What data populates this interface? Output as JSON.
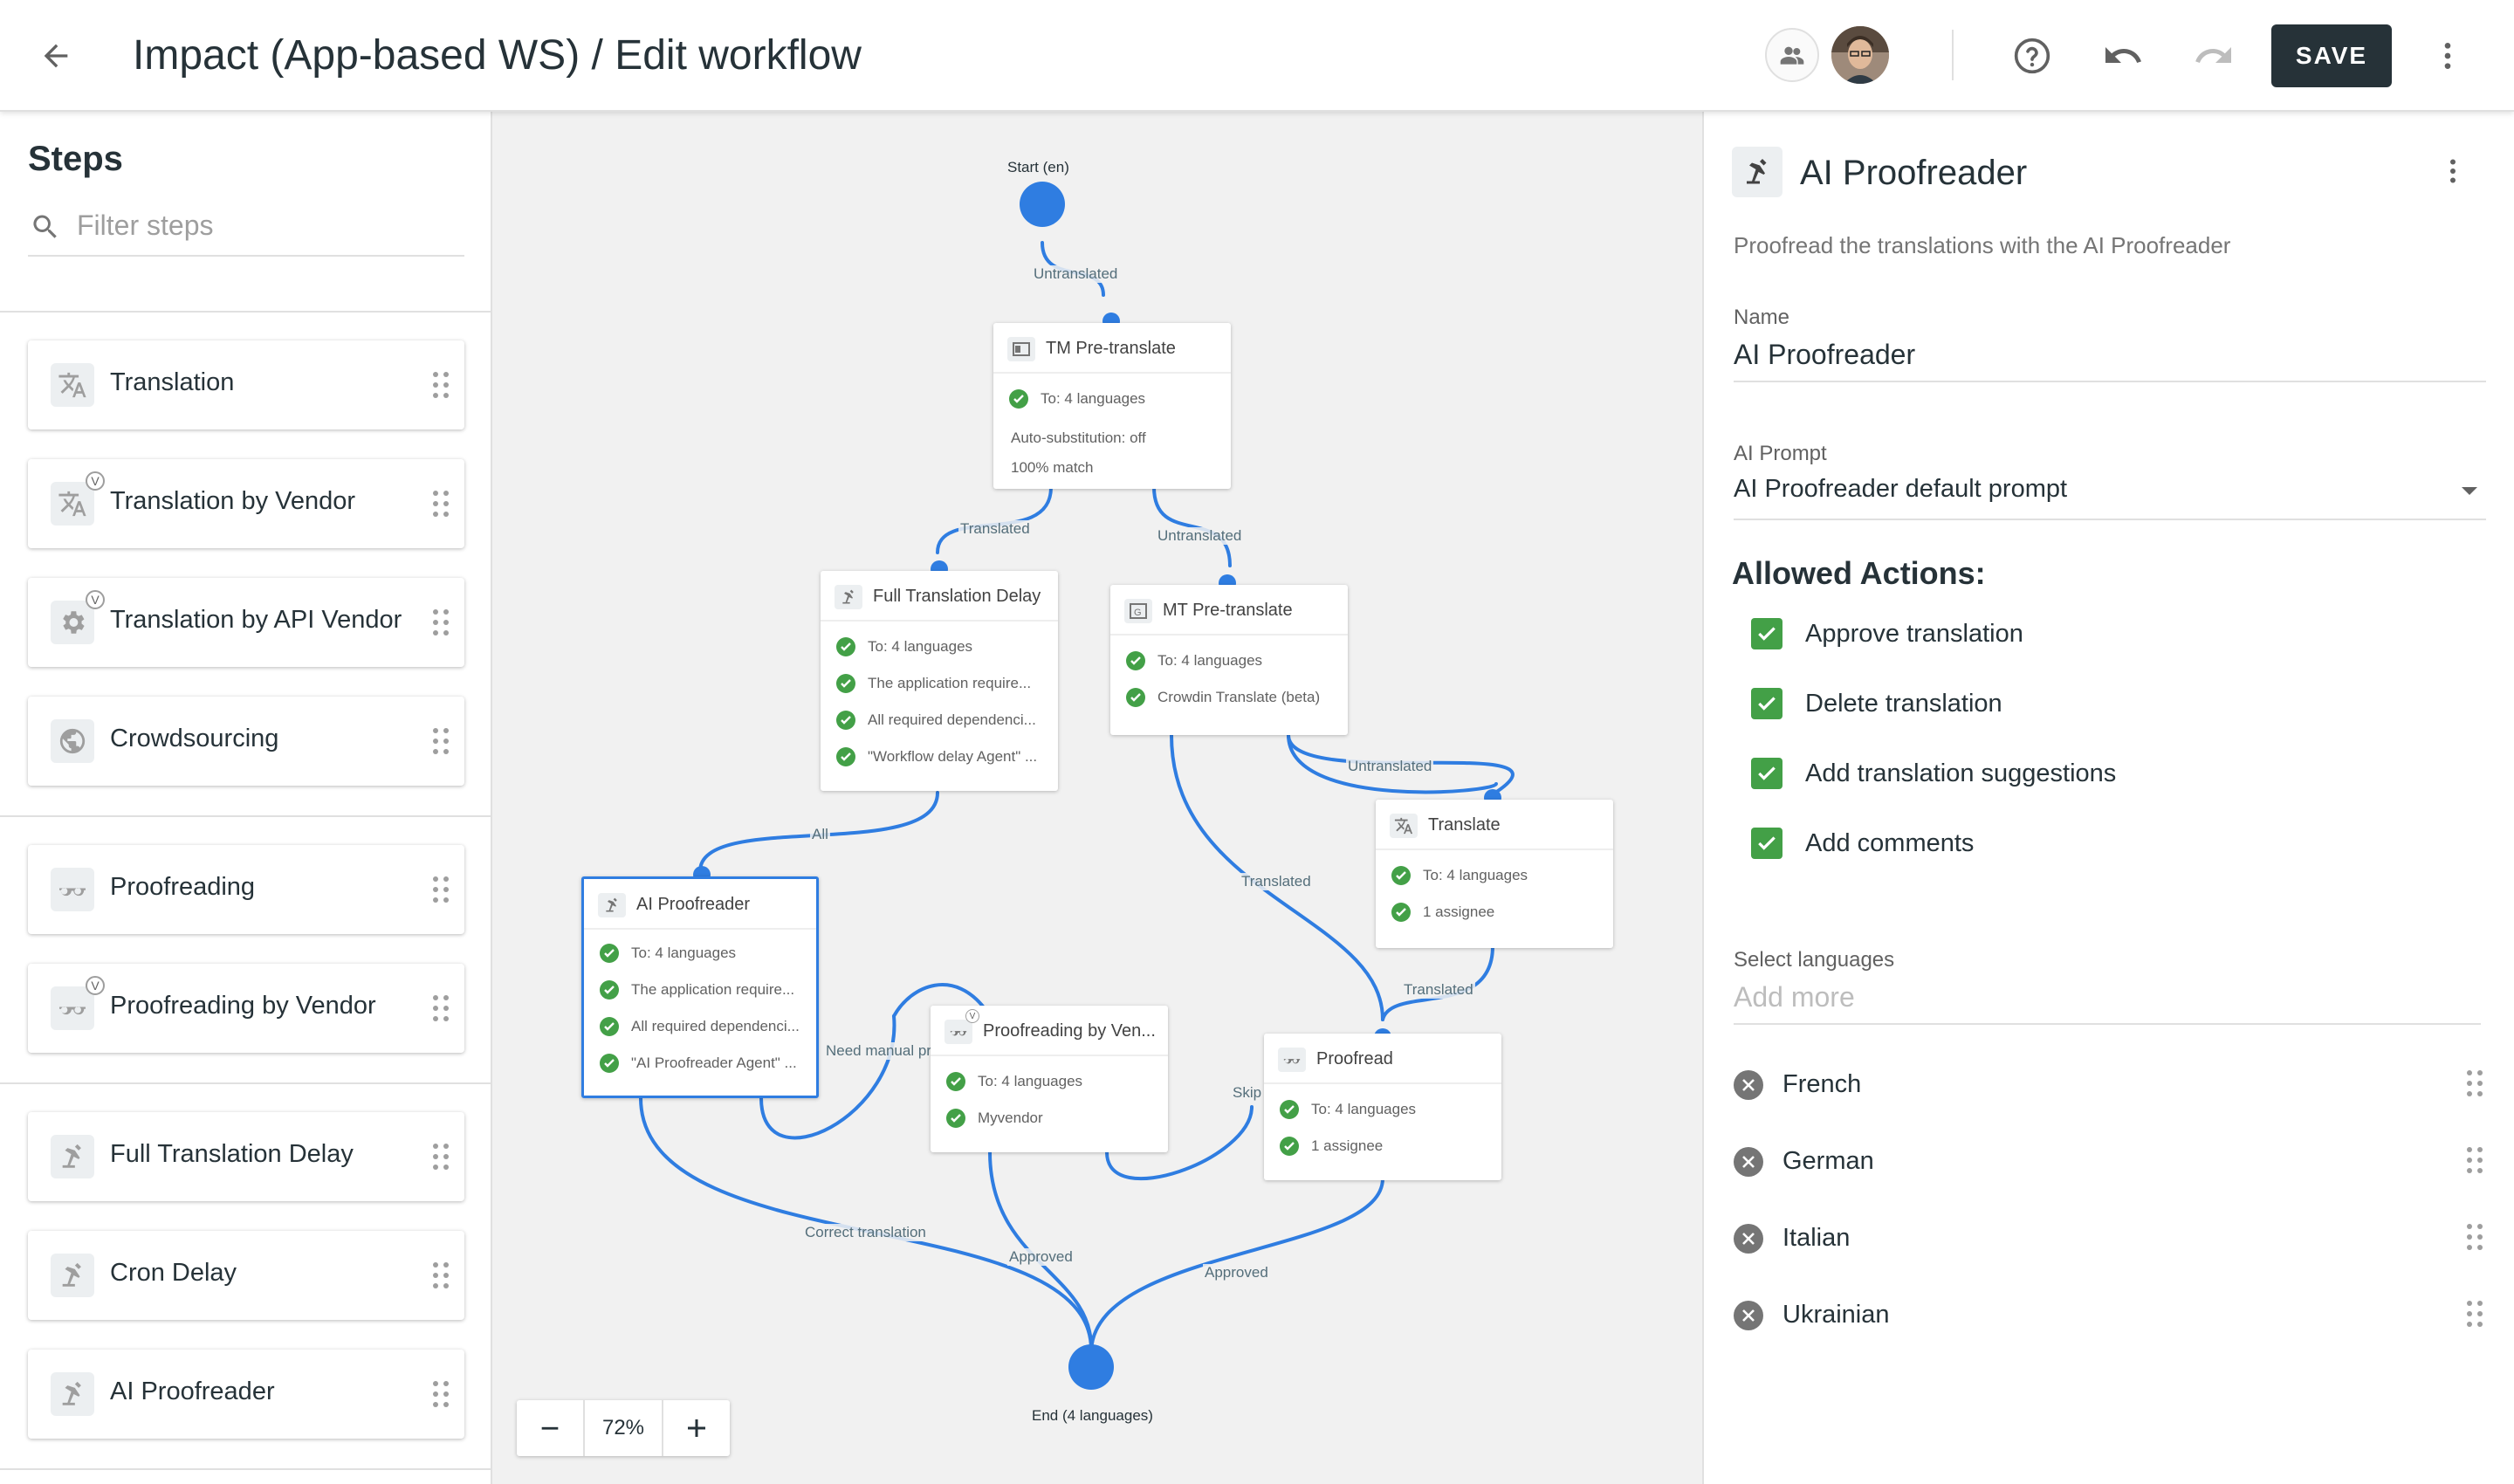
{
  "header": {
    "title": "Impact (App-based WS) / Edit workflow",
    "save_label": "SAVE"
  },
  "sidebar": {
    "title": "Steps",
    "filter_placeholder": "Filter steps",
    "items": [
      {
        "label": "Translation",
        "icon": "translate-icon"
      },
      {
        "label": "Translation by Vendor",
        "icon": "translate-icon",
        "badge": "V"
      },
      {
        "label": "Translation by API Vendor",
        "icon": "gear-icon",
        "badge": "V"
      },
      {
        "label": "Crowdsourcing",
        "icon": "globe-icon"
      },
      {
        "label": "Proofreading",
        "icon": "glasses-icon"
      },
      {
        "label": "Proofreading by Vendor",
        "icon": "glasses-icon",
        "badge": "V"
      },
      {
        "label": "Full Translation Delay",
        "icon": "robot-arm-icon"
      },
      {
        "label": "Cron Delay",
        "icon": "robot-arm-icon"
      },
      {
        "label": "AI Proofreader",
        "icon": "robot-arm-icon"
      }
    ]
  },
  "canvas": {
    "start_label": "Start (en)",
    "end_label": "End (4 languages)",
    "zoom": "72%",
    "nodes": {
      "tm": {
        "title": "TM Pre-translate",
        "rows": [
          "To: 4 languages"
        ],
        "notes": [
          "Auto-substitution: off",
          "100% match"
        ]
      },
      "ftd": {
        "title": "Full Translation Delay",
        "rows": [
          "To: 4 languages",
          "The application require...",
          "All required dependenci...",
          "\"Workflow delay Agent\" ..."
        ]
      },
      "mt": {
        "title": "MT Pre-translate",
        "rows": [
          "To: 4 languages",
          "Crowdin Translate (beta)"
        ]
      },
      "translate": {
        "title": "Translate",
        "rows": [
          "To: 4 languages",
          "1 assignee"
        ]
      },
      "aip": {
        "title": "AI Proofreader",
        "rows": [
          "To: 4 languages",
          "The application require...",
          "All required dependenci...",
          "\"AI Proofreader Agent\" ..."
        ]
      },
      "pbv": {
        "title": "Proofreading by Ven...",
        "badge": "V",
        "rows": [
          "To: 4 languages",
          "Myvendor"
        ]
      },
      "proofread": {
        "title": "Proofread",
        "rows": [
          "To: 4 languages",
          "1 assignee"
        ]
      }
    },
    "edge_labels": {
      "untranslated_1": "Untranslated",
      "translated_1": "Translated",
      "untranslated_2": "Untranslated",
      "untranslated_3": "Untranslated",
      "all": "All",
      "translated_2": "Translated",
      "translated_3": "Translated",
      "need_manual": "Need manual pr",
      "skip": "Skip",
      "correct": "Correct translation",
      "approved_1": "Approved",
      "approved_2": "Approved"
    }
  },
  "panel": {
    "title": "AI Proofreader",
    "description": "Proofread the translations with the AI Proofreader",
    "name_label": "Name",
    "name_value": "AI Proofreader",
    "prompt_label": "AI Prompt",
    "prompt_value": "AI Proofreader default prompt",
    "allowed_title": "Allowed Actions:",
    "actions": [
      {
        "label": "Approve translation",
        "checked": true
      },
      {
        "label": "Delete translation",
        "checked": true
      },
      {
        "label": "Add translation suggestions",
        "checked": true
      },
      {
        "label": "Add comments",
        "checked": true
      }
    ],
    "languages_label": "Select languages",
    "languages_placeholder": "Add more",
    "languages": [
      "French",
      "German",
      "Italian",
      "Ukrainian"
    ]
  },
  "colors": {
    "accent": "#2f7de1",
    "check": "#43a047",
    "save_bg": "#263238",
    "canvas_bg": "#f1f1f1"
  }
}
